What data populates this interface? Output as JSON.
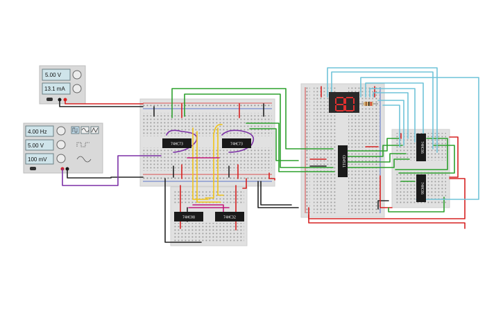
{
  "power_supply": {
    "voltage": "5.00 V",
    "current": "13.1 mA"
  },
  "function_generator": {
    "frequency": "4.00 Hz",
    "amplitude": "5.00 V",
    "offset": "100 mV"
  },
  "chips": {
    "left_top_1": "74HC73",
    "left_top_2": "74HC73",
    "left_bottom_1": "74HC08",
    "left_bottom_2": "74HC32",
    "center": "CD4511",
    "right_top": "74HC86",
    "right_bottom": "74HC86"
  },
  "colors": {
    "wire_red": "#d62020",
    "wire_black": "#222222",
    "wire_green": "#2ca02c",
    "wire_blue": "#6fc3d8",
    "wire_yellow": "#f0c419",
    "wire_purple": "#7b2fa6",
    "wire_pink": "#c2187a",
    "breadboard": "#e3e3e3",
    "chip": "#1a1a1a",
    "display_segment": "#e03030"
  }
}
